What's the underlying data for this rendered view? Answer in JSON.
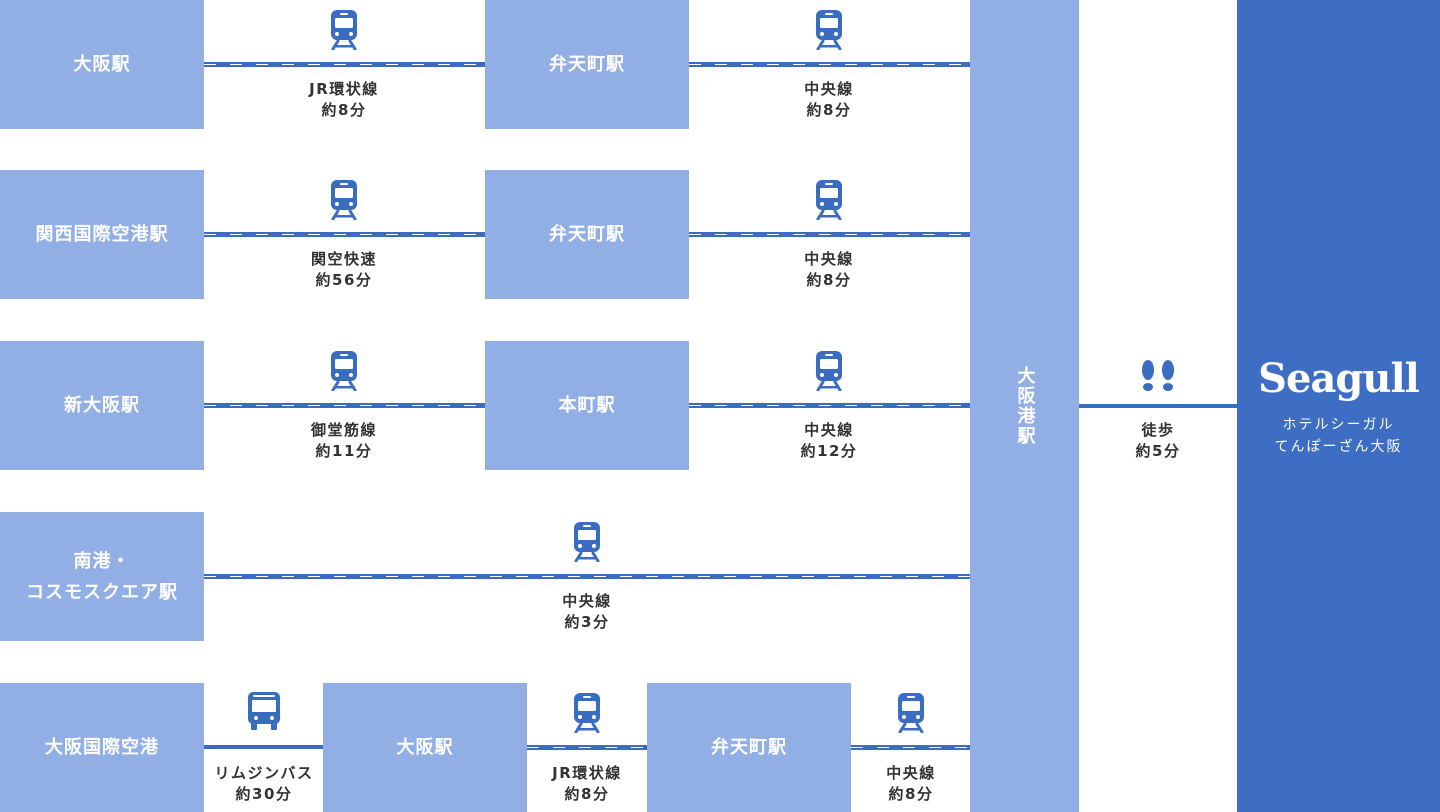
{
  "colors": {
    "box": "#91aee5",
    "line": "#3a6cc0",
    "hotel_bg": "#3d6ec4",
    "text": "#333333"
  },
  "routes": [
    {
      "origin": "大阪駅",
      "leg1": {
        "icon": "train-icon",
        "line": "JR環状線",
        "time": "約8分"
      },
      "transfer": "弁天町駅",
      "leg2": {
        "icon": "train-icon",
        "line": "中央線",
        "time": "約8分"
      }
    },
    {
      "origin": "関西国際空港駅",
      "leg1": {
        "icon": "train-icon",
        "line": "関空快速",
        "time": "約56分"
      },
      "transfer": "弁天町駅",
      "leg2": {
        "icon": "train-icon",
        "line": "中央線",
        "time": "約8分"
      }
    },
    {
      "origin": "新大阪駅",
      "leg1": {
        "icon": "train-icon",
        "line": "御堂筋線",
        "time": "約11分"
      },
      "transfer": "本町駅",
      "leg2": {
        "icon": "train-icon",
        "line": "中央線",
        "time": "約12分"
      }
    },
    {
      "origin_line1": "南港・",
      "origin_line2": "コスモスクエア駅",
      "leg1": {
        "icon": "train-icon",
        "line": "中央線",
        "time": "約3分"
      }
    },
    {
      "origin": "大阪国際空港",
      "leg1": {
        "icon": "bus-icon",
        "line": "リムジンバス",
        "time": "約30分"
      },
      "transfer1": "大阪駅",
      "leg2": {
        "icon": "train-icon",
        "line": "JR環状線",
        "time": "約8分"
      },
      "transfer2": "弁天町駅",
      "leg3": {
        "icon": "train-icon",
        "line": "中央線",
        "time": "約8分"
      }
    }
  ],
  "destination_station": "大阪港駅",
  "walk": {
    "icon": "footsteps-icon",
    "mode": "徒歩",
    "time": "約5分"
  },
  "hotel": {
    "logo": "Seagull",
    "name_line1": "ホテルシーガル",
    "name_line2": "てんぽーざん大阪"
  }
}
